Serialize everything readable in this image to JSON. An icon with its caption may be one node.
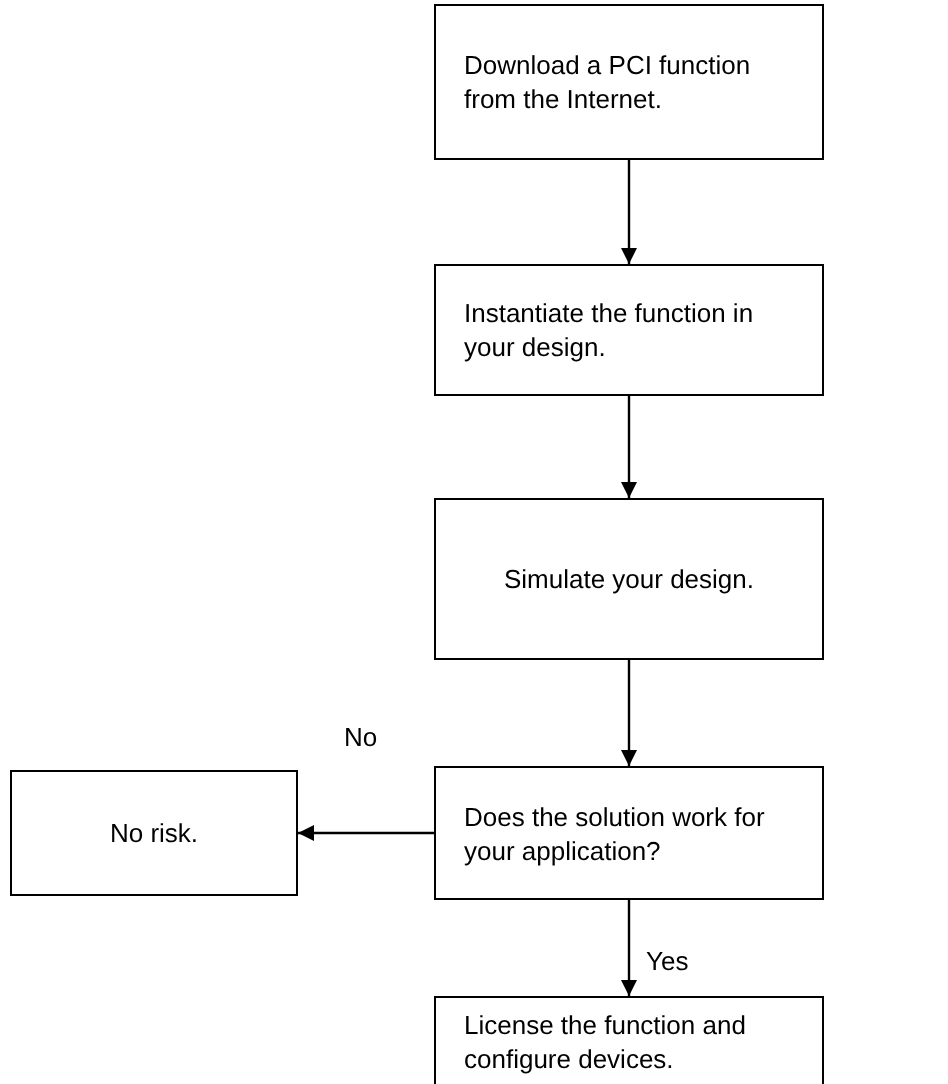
{
  "diagram": {
    "nodes": [
      {
        "text": [
          "Download a PCI function from the Internet."
        ]
      },
      {
        "text": [
          "Instantiate the function in your design."
        ]
      },
      {
        "text": [
          "Simulate your design."
        ]
      },
      {
        "text": [
          "Does the solution work for your application?"
        ]
      },
      {
        "text": [
          "No risk."
        ]
      },
      {
        "text": [
          "License the function and configure devices."
        ]
      }
    ],
    "edges": [
      {
        "from": 0,
        "to": 1,
        "arrow": "to"
      },
      {
        "from": 1,
        "to": 2,
        "arrow": "to"
      },
      {
        "from": 2,
        "to": 3,
        "arrow": "to"
      },
      {
        "from": 3,
        "to": 4,
        "arrow": "to",
        "label": "No"
      },
      {
        "from": 3,
        "to": 5,
        "arrow": "to",
        "label": "Yes"
      }
    ]
  }
}
